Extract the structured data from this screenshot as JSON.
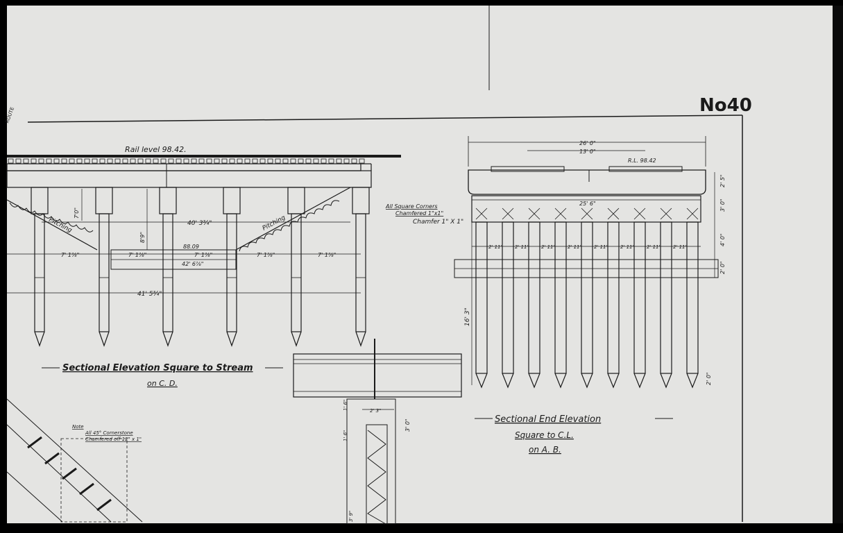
{
  "sheet_number": "No40",
  "sectional_elevation": {
    "title": "Sectional Elevation Square to Stream",
    "subtitle": "on C. D.",
    "rail_level": "Rail level 98.42.",
    "corner_note_line1": "All Square Corners",
    "corner_note_line2": "Chamfered 1\"x1\"",
    "chamfer_note": "Chamfer 1\" X 1\"",
    "pitching_label": "Pitching",
    "dim_top_span": "40' 3¾\"",
    "dim_height": "7'0\"",
    "dim_height2": "8'9\"",
    "bay_dim": "7' 1⅞\"",
    "level_88": "88.09",
    "dim_42": "42' 6⅞\"",
    "dim_overall": "41' 5¾\""
  },
  "end_elevation": {
    "title": "Sectional End Elevation",
    "subtitle1": "Square to C.L.",
    "subtitle2": "on A. B.",
    "dim_overall": "26' 0\"",
    "dim_centre": "13' 0\"",
    "rl": "R.L. 98.42",
    "dim_cap": "25' 6\"",
    "pile_spacing": "2' 11\"",
    "dim_deck": "2' 5\"",
    "dim_cap_depth": "3' 0\"",
    "dim_4": "4' 0\"",
    "dim_2": "2' 0\"",
    "dim_pile": "16' 3\"",
    "dim_tip": "2' 0\""
  },
  "detail": {
    "dim_width": "2' 3\"",
    "dim_a": "1' 6\"",
    "dim_b": "1' 6\"",
    "dim_c": "3' 0\"",
    "dim_d": "3' 9\""
  },
  "plan_note": {
    "note_label": "Note",
    "line1": "All 45° Cornerstone",
    "line2": "Chamfered off 12\" x 1\""
  },
  "colors": {
    "paper": "#e4e4e2",
    "ink": "#1a1a1a",
    "border": "#000000"
  }
}
